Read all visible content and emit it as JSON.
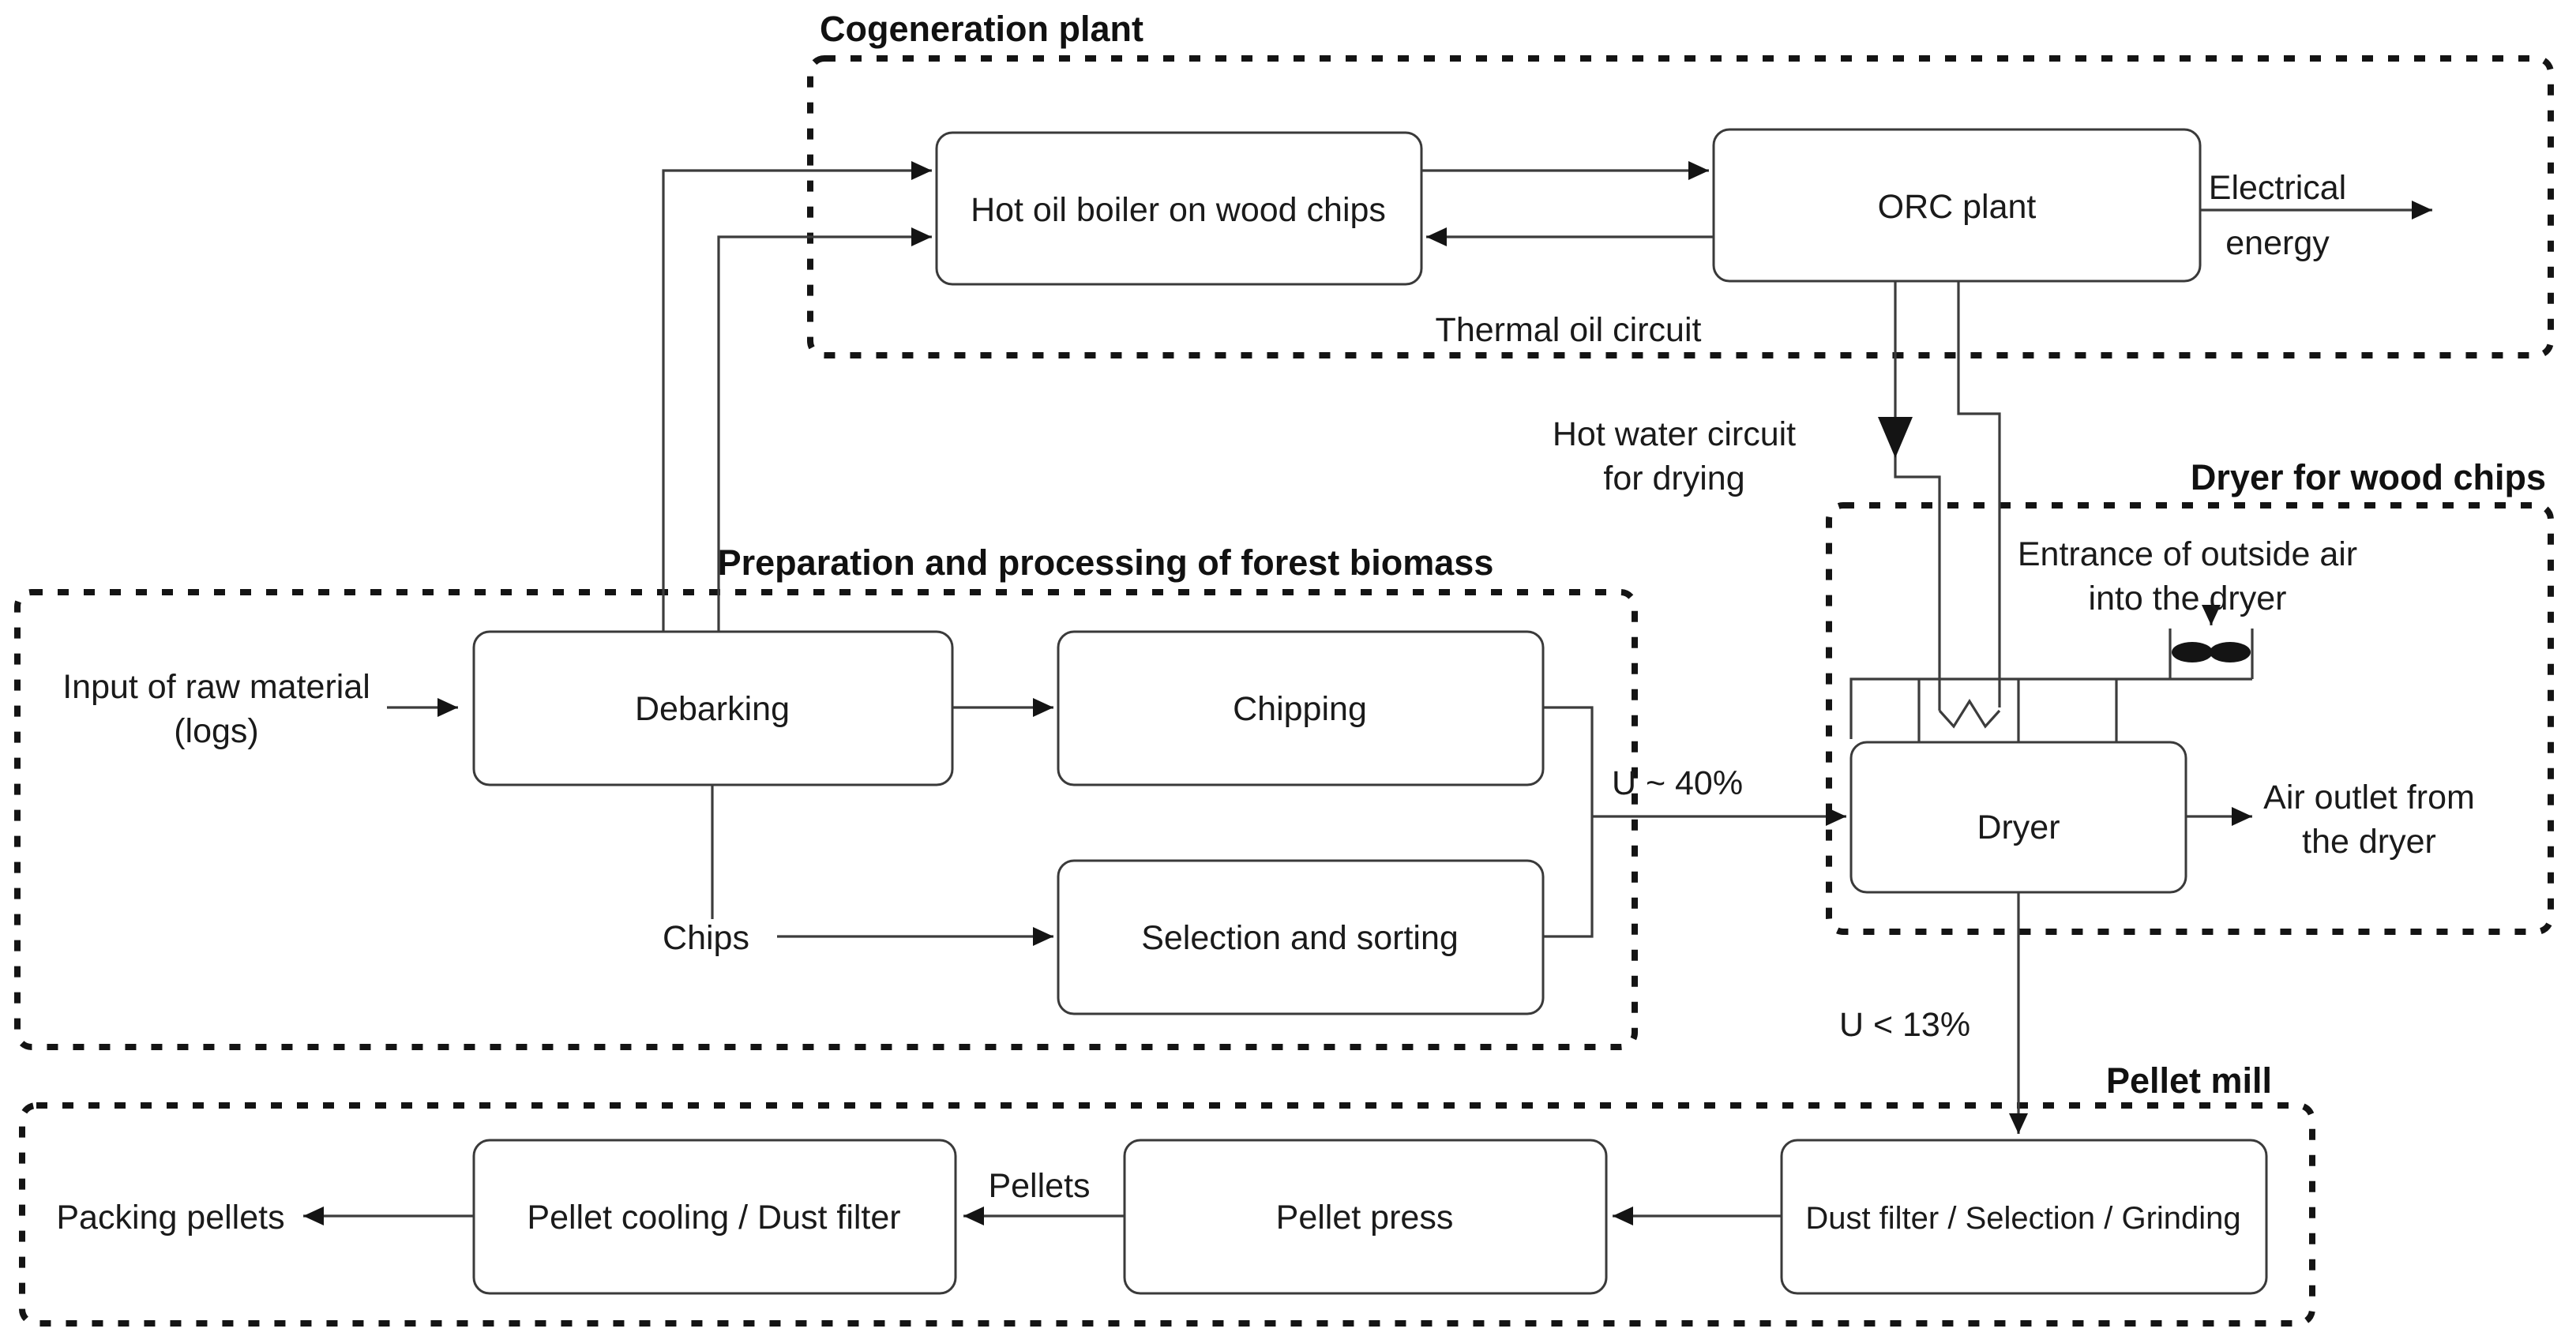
{
  "diagram": {
    "colors": {
      "background": "#ffffff",
      "line": "#3c3c3c",
      "dash_border": "#141414",
      "text": "#1a1a1a",
      "box_fill": "#ffffff"
    },
    "sections": {
      "cogeneration": "Cogeneration plant",
      "preparation": "Preparation and processing of forest biomass",
      "dryer": "Dryer for wood chips",
      "pellet_mill": "Pellet mill"
    },
    "nodes": {
      "hot_oil_boiler": "Hot oil boiler on wood chips",
      "orc_plant": "ORC plant",
      "debarking": "Debarking",
      "chipping": "Chipping",
      "selection_sorting": "Selection and sorting",
      "dryer": "Dryer",
      "dust_filter_selection_grinding": "Dust filter / Selection / Grinding",
      "pellet_press": "Pellet press",
      "pellet_cooling_dust_filter": "Pellet cooling / Dust filter"
    },
    "labels": {
      "input_raw_line1": "Input of raw material",
      "input_raw_line2": "(logs)",
      "chips": "Chips",
      "thermal_oil_circuit": "Thermal oil circuit",
      "electrical_line1": "Electrical",
      "electrical_line2": "energy",
      "hot_water_line1": "Hot water circuit",
      "hot_water_line2": "for drying",
      "entrance_air_line1": "Entrance of outside air",
      "entrance_air_line2": "into the dryer",
      "moisture_in": "U ~ 40%",
      "moisture_out": "U < 13%",
      "air_outlet_line1": "Air outlet from",
      "air_outlet_line2": "the dryer",
      "pellets": "Pellets",
      "packing_pellets": "Packing pellets"
    }
  }
}
